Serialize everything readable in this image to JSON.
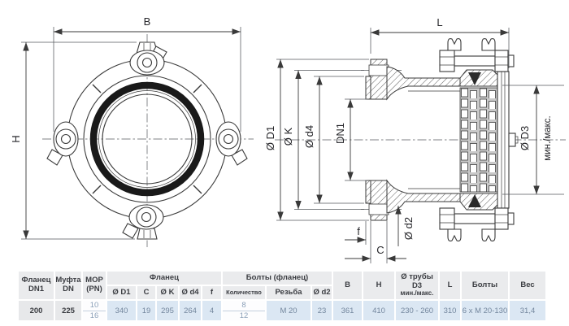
{
  "drawing": {
    "labels": {
      "b": "B",
      "h": "H",
      "l": "L",
      "d1": "Ø D1",
      "k": "Ø K",
      "d4": "Ø d4",
      "dn1": "DN1",
      "d2": "Ø d2",
      "f": "f",
      "c": "C",
      "d3": "Ø D3",
      "d3_minmax": "мин./макс."
    }
  },
  "table": {
    "headers": {
      "flange_dn1": "Фланец\nDN1",
      "coupling_dn": "Муфта\nDN",
      "mop": "MOP\n(PN)",
      "flange_group": "Фланец",
      "bolts_group": "Болты (фланец)",
      "d1": "Ø D1",
      "c": "C",
      "k": "Ø K",
      "d4": "Ø d4",
      "f": "f",
      "qty": "Количество",
      "thread": "Резьба",
      "d2": "Ø d2",
      "b": "B",
      "h": "H",
      "pipe_d3": "Ø трубы D3",
      "pipe_d3_sub": "мин./макс.",
      "l": "L",
      "bolts": "Болты",
      "weight": "Вес"
    },
    "row": {
      "flange_dn1": "200",
      "coupling_dn": "225",
      "mop_top": "10",
      "mop_bottom": "16",
      "d1": "340",
      "c": "19",
      "k": "295",
      "d4": "264",
      "f": "4",
      "qty_top": "8",
      "qty_bottom": "12",
      "thread": "M 20",
      "d2": "23",
      "b": "361",
      "h": "410",
      "pipe_d3": "230 - 260",
      "l": "310",
      "bolts": "6 x M 20-130",
      "weight": "31,4"
    }
  },
  "colors": {
    "line": "#3a3a3a",
    "header_bg": "#eaebed",
    "row_blue_bg": "#dbe7f3",
    "row_gray_bg": "#e7e8ea",
    "text_dark": "#3b3d42",
    "text_blue": "#74879e",
    "text_blue_light": "#8ba0b8",
    "divider": "#c4d0de"
  }
}
